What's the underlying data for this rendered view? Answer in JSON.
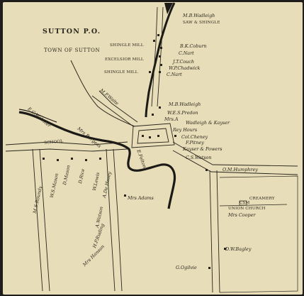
{
  "map": {
    "title": "SUTTON P.O.",
    "subtitle": "TOWN OF SUTTON",
    "road_labels": {
      "school": "SCHOOL"
    },
    "labels": {
      "mbwadleigh_top": "M.B.Wadleigh",
      "saw_shingle": "SAW & SHINGLE",
      "bk_coburn": "B.K.Coburn",
      "c_nart_1": "C.Nart",
      "jt_couch": "J.T.Couch",
      "wp_chadwick": "W.P.Chadwick",
      "c_nart_2": "C.Nart",
      "shingle_mill_1": "SHINGLE MILL",
      "excelsior_mill": "EXCELSIOR MILL",
      "shingle_mill_2": "SHINGLE MILL",
      "mbwadleigh_mid": "M.B.Wadleigh",
      "wes_predon": "W.E.S.Predon",
      "mrs_a": "Mrs.A",
      "wadleigh_kayser": "Wadleigh & Kayser",
      "rey_hours": "Rey Hours",
      "col_cheney": "Col.Cheney",
      "f_pitney": "F.Pitney",
      "kayser_powers": "Kayser & Powers",
      "cs_watson": "C.S.Watson",
      "om_humphrey": "O.M.Humphrey",
      "creamery": "CREAMERY",
      "csm": "CSM",
      "union_church": "UNION CHURCH",
      "mrs_cooper": "Mrs Cooper",
      "dw_bagley": "D.W.Bagley",
      "g_ogilvie": "G.Ogilvie",
      "mrs_adams": "Mrs Adams",
      "ec_webster": "E.C.Webster",
      "ms_roundy": "M.S.Roundy",
      "ws_mason": "W.S.Mason",
      "d_mason": "D.Mason",
      "d_rice": "D.Rice",
      "w_lewis": "W.Lewis",
      "a_dehosey": "A.De Hosey",
      "a_watson": "A.Watson",
      "hp_ruding": "H.P.Ruding",
      "mrs_hanson": "Mrs Hanson",
      "mrs_burgess": "Mrs Burgess",
      "m_p_waite": "M.P.Waite",
      "e_felton": "E.Felton"
    },
    "colors": {
      "paper": "#e7ddb8",
      "ink": "#2a251c",
      "river": "#1c1a17",
      "frame": "#1e1d1b"
    }
  }
}
